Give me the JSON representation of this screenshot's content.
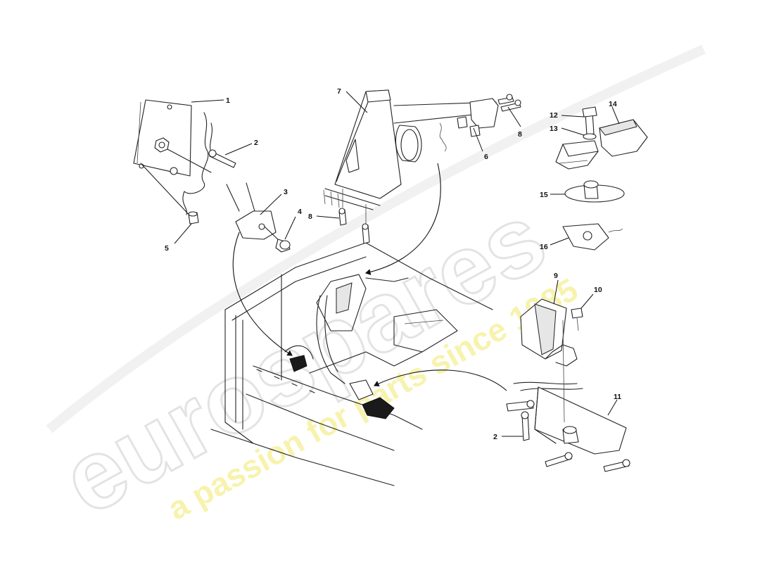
{
  "diagram": {
    "colors": {
      "line": "#222222",
      "watermark_grey": "#ececec",
      "watermark_yellow": "#f7f3a8"
    },
    "callouts": [
      "1",
      "2",
      "3",
      "4",
      "5",
      "6",
      "7",
      "8",
      "8",
      "9",
      "10",
      "11",
      "12",
      "13",
      "14",
      "15",
      "16",
      "2"
    ]
  },
  "watermark": {
    "logo_text": "eurospares",
    "tagline": "a passion for parts since 1985"
  }
}
